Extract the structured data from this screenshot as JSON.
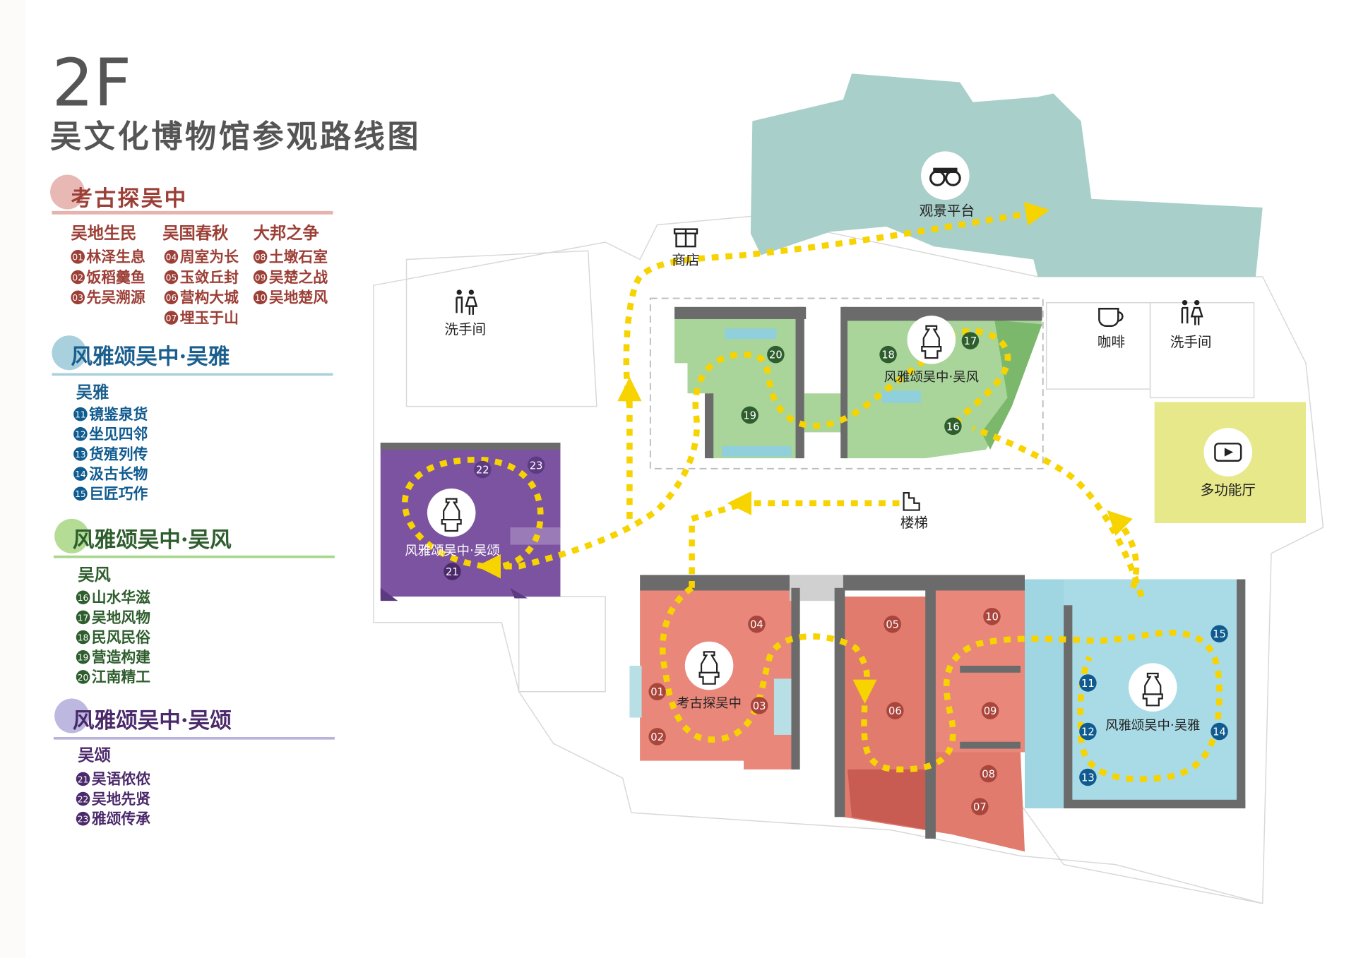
{
  "floor": "2F",
  "title": "吴文化博物馆参观路线图",
  "colors": {
    "route": "#f7d300",
    "red": "#9c3f36",
    "blue": "#0f5a8f",
    "green": "#2f5e2e",
    "purple": "#4b2a6b"
  },
  "legend": {
    "archaeology": {
      "heading": "考古探吴中",
      "subheads": [
        "吴地生民",
        "吴国春秋",
        "大邦之争"
      ],
      "items": [
        {
          "num": "01",
          "label": "林泽生息"
        },
        {
          "num": "02",
          "label": "饭稻羹鱼"
        },
        {
          "num": "03",
          "label": "先吴溯源"
        },
        {
          "num": "04",
          "label": "周室为长"
        },
        {
          "num": "05",
          "label": "玉敛丘封"
        },
        {
          "num": "06",
          "label": "营构大城"
        },
        {
          "num": "07",
          "label": "埋玉于山"
        },
        {
          "num": "08",
          "label": "土墩石室"
        },
        {
          "num": "09",
          "label": "吴楚之战"
        },
        {
          "num": "10",
          "label": "吴地楚风"
        }
      ]
    },
    "wuya": {
      "heading": "风雅颂吴中·吴雅",
      "subhead": "吴雅",
      "items": [
        {
          "num": "11",
          "label": "镜鉴泉货"
        },
        {
          "num": "12",
          "label": "坐见四邻"
        },
        {
          "num": "13",
          "label": "货殖列传"
        },
        {
          "num": "14",
          "label": "汲古长物"
        },
        {
          "num": "15",
          "label": "巨匠巧作"
        }
      ]
    },
    "wufeng": {
      "heading": "风雅颂吴中·吴风",
      "subhead": "吴风",
      "items": [
        {
          "num": "16",
          "label": "山水华滋"
        },
        {
          "num": "17",
          "label": "吴地风物"
        },
        {
          "num": "18",
          "label": "民风民俗"
        },
        {
          "num": "19",
          "label": "营造构建"
        },
        {
          "num": "20",
          "label": "江南精工"
        }
      ]
    },
    "wusong": {
      "heading": "风雅颂吴中·吴颂",
      "subhead": "吴颂",
      "items": [
        {
          "num": "21",
          "label": "吴语侬侬"
        },
        {
          "num": "22",
          "label": "吴地先贤"
        },
        {
          "num": "23",
          "label": "雅颂传承"
        }
      ]
    }
  },
  "map": {
    "rooms": {
      "archaeology": "考古探吴中",
      "wuya": "风雅颂吴中·吴雅",
      "wufeng": "风雅颂吴中·吴风",
      "wusong": "风雅颂吴中·吴颂"
    },
    "facilities": {
      "observation": {
        "label": "观景平台",
        "icon": "binoculars-icon"
      },
      "shop": {
        "label": "商店",
        "icon": "gift-icon"
      },
      "restroom_left": {
        "label": "洗手间",
        "icon": "restroom-icon"
      },
      "restroom_right": {
        "label": "洗手间",
        "icon": "restroom-icon"
      },
      "coffee": {
        "label": "咖啡",
        "icon": "coffee-cup-icon"
      },
      "multifunction": {
        "label": "多功能厅",
        "icon": "play-icon"
      },
      "stairs": {
        "label": "楼梯",
        "icon": "stairs-icon"
      }
    },
    "markers": [
      "01",
      "02",
      "03",
      "04",
      "05",
      "06",
      "07",
      "08",
      "09",
      "10",
      "11",
      "12",
      "13",
      "14",
      "15",
      "16",
      "17",
      "18",
      "19",
      "20",
      "21",
      "22",
      "23"
    ]
  }
}
